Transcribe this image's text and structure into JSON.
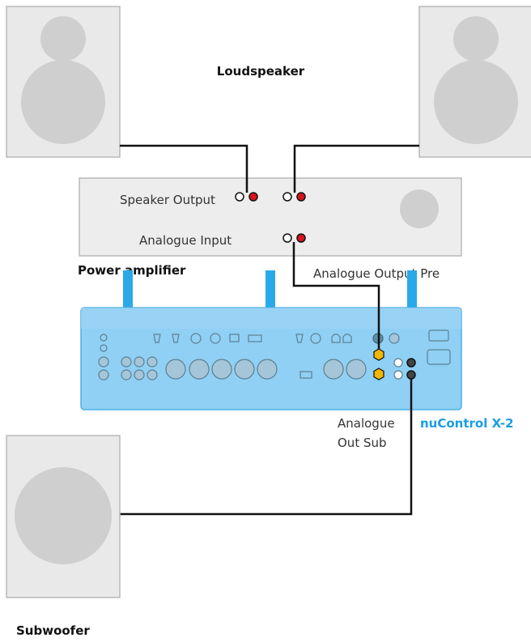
{
  "labels": {
    "loudspeaker": "Loudspeaker",
    "speaker_output": "Speaker Output",
    "analogue_input": "Analogue Input",
    "power_amplifier": "Power amplifier",
    "analogue_output_pre": "Analogue Output Pre",
    "analogue_out_sub_line1": "Analogue",
    "analogue_out_sub_line2": "Out Sub",
    "device_name": "nuControl X-2",
    "subwoofer": "Subwoofer"
  },
  "colors": {
    "speaker_box": "#e9e9e9",
    "speaker_border": "#b9b9b9",
    "speaker_cone": "#cfcfcf",
    "amp_box": "#ededed",
    "device_body": "#8fd0f4",
    "device_border": "#4fb0e6",
    "antenna": "#2aa9e8",
    "device_name": "#1a9ee2",
    "terminal_red": "#d7141a",
    "terminal_yellow": "#f2b705",
    "terminal_dark": "#444444",
    "cable": "#111111"
  }
}
